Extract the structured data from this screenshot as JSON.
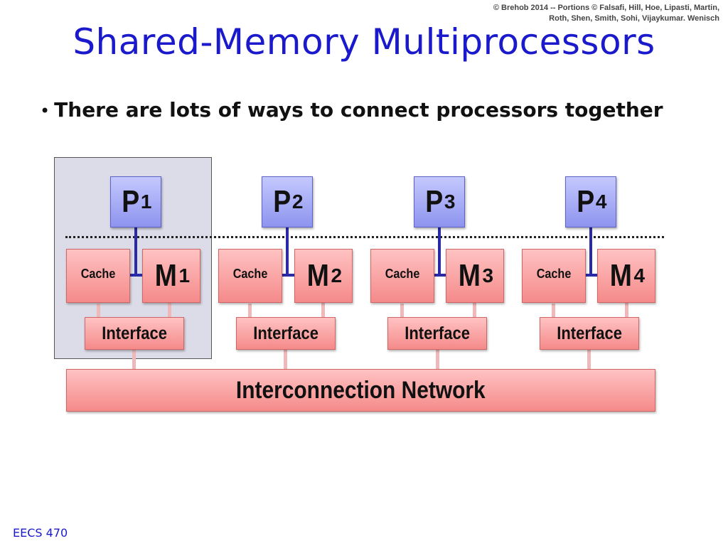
{
  "copyright": "© Brehob 2014 -- Portions © Falsafi, Hill, Hoe, Lipasti, Martin, Roth, Shen, Smith, Sohi, Vijaykumar. Wenisch",
  "title": "Shared-Memory Multiprocessors",
  "bullet": "There are lots of ways to connect processors together",
  "nodes": [
    {
      "processor": {
        "letter": "P",
        "sub": "1"
      },
      "cache": "Cache",
      "memory": {
        "letter": "M",
        "sub": "1"
      },
      "interface": "Interface"
    },
    {
      "processor": {
        "letter": "P",
        "sub": "2"
      },
      "cache": "Cache",
      "memory": {
        "letter": "M",
        "sub": "2"
      },
      "interface": "Interface"
    },
    {
      "processor": {
        "letter": "P",
        "sub": "3"
      },
      "cache": "Cache",
      "memory": {
        "letter": "M",
        "sub": "3"
      },
      "interface": "Interface"
    },
    {
      "processor": {
        "letter": "P",
        "sub": "4"
      },
      "cache": "Cache",
      "memory": {
        "letter": "M",
        "sub": "4"
      },
      "interface": "Interface"
    }
  ],
  "network": "Interconnection Network",
  "footer": "EECS 470",
  "colors": {
    "title": "#1a1acc",
    "processor": "#9aa0f4",
    "pink_box": "#f89a9a",
    "link": "#2a2aa8",
    "node_highlight": "#dcdce8"
  }
}
